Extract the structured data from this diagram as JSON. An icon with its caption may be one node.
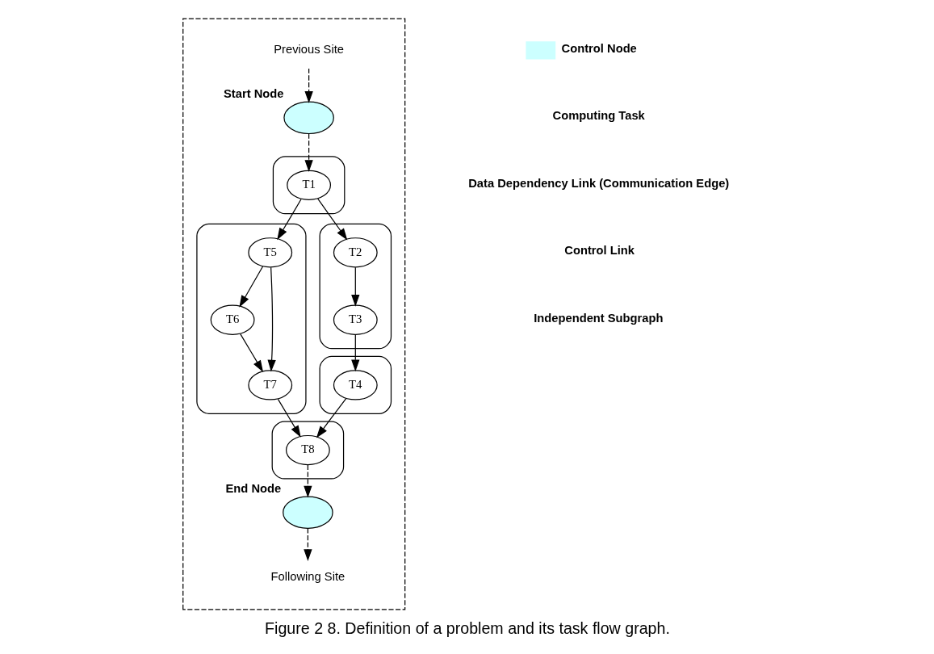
{
  "diagram": {
    "caption": "Figure 2 8. Definition of a problem and its task flow graph.",
    "nodes": [
      {
        "text": [],
        "shape": "box"
      },
      {
        "text": [
          "Previous Site"
        ],
        "in": 0
      },
      {
        "text": [],
        "shape": "ellipse",
        "beside": [
          "Start Node"
        ],
        "in": 0
      },
      {
        "text": [],
        "shape": "box",
        "in": 0
      },
      {
        "text": [
          "T1"
        ],
        "in": 3
      },
      {
        "text": [],
        "shape": "box",
        "in": 0
      },
      {
        "text": [
          "T5"
        ],
        "in": 5
      },
      {
        "text": [
          "T6"
        ],
        "in": 5
      },
      {
        "text": [
          "T7"
        ],
        "in": 5
      },
      {
        "text": [],
        "shape": "box",
        "in": 0
      },
      {
        "text": [
          "T2"
        ],
        "in": 9
      },
      {
        "text": [
          "T3"
        ],
        "in": 9
      },
      {
        "text": [],
        "shape": "box",
        "in": 0
      },
      {
        "text": [
          "T4"
        ],
        "in": 12
      },
      {
        "text": [],
        "shape": "box",
        "in": 0
      },
      {
        "text": [
          "T8"
        ],
        "in": 14
      },
      {
        "text": [],
        "shape": "ellipse",
        "beside": [
          "End Node"
        ],
        "in": 0
      },
      {
        "text": [
          "Following Site"
        ],
        "in": 0
      }
    ],
    "edges": [
      {
        "from": 1,
        "to": 2,
        "arrow": "to",
        "style": "dashed"
      },
      {
        "from": 2,
        "to": 4,
        "arrow": "to",
        "style": "dashed"
      },
      {
        "from": 4,
        "to": 6,
        "arrow": "to"
      },
      {
        "from": 4,
        "to": 10,
        "arrow": "to"
      },
      {
        "from": 6,
        "to": 7,
        "arrow": "to"
      },
      {
        "from": 6,
        "to": 8,
        "arrow": "to"
      },
      {
        "from": 7,
        "to": 8,
        "arrow": "to"
      },
      {
        "from": 10,
        "to": 11,
        "arrow": "to"
      },
      {
        "from": 11,
        "to": 13,
        "arrow": "to"
      },
      {
        "from": 8,
        "to": 15,
        "arrow": "to"
      },
      {
        "from": 13,
        "to": 15,
        "arrow": "to"
      },
      {
        "from": 15,
        "to": 16,
        "arrow": "to",
        "style": "dashed"
      },
      {
        "from": 16,
        "to": 17,
        "arrow": "to",
        "style": "dashed"
      }
    ],
    "legend": [
      {
        "text": "Control Node",
        "color": "#ccffff"
      },
      {
        "text": "Computing Task"
      },
      {
        "text": "Data Dependency Link (Communication Edge)"
      },
      {
        "text": "Control Link"
      },
      {
        "text": "Independent Subgraph"
      }
    ]
  }
}
